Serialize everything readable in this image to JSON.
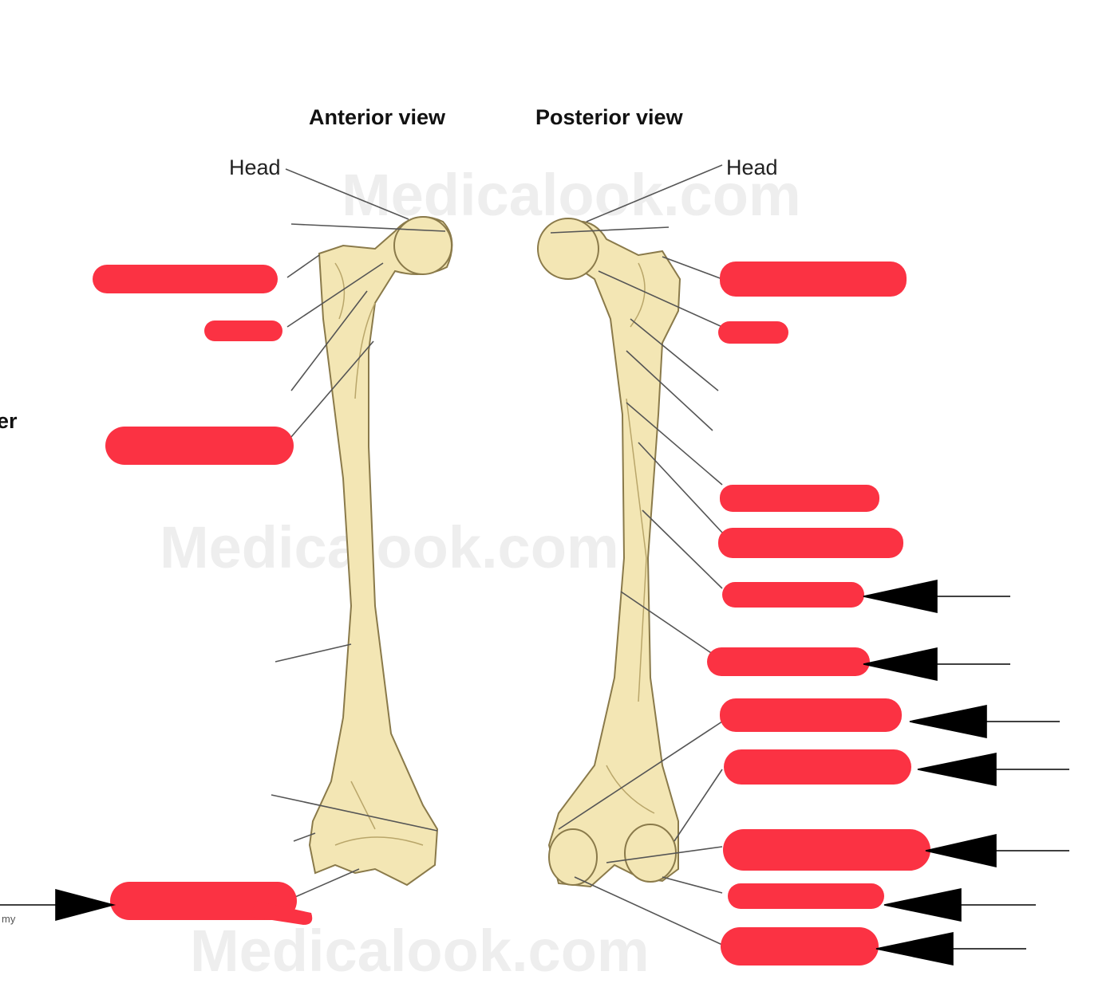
{
  "diagram": {
    "views": [
      {
        "title": "Anterior view",
        "head_label": "Head"
      },
      {
        "title": "Posterior view",
        "head_label": "Head"
      }
    ],
    "watermark": "Medicalook.com",
    "side_fragment": "er",
    "corner_fragment": "my",
    "colors": {
      "redaction": "#fb3243",
      "bone": "#f3e6b4",
      "arrow": "#000000"
    }
  }
}
